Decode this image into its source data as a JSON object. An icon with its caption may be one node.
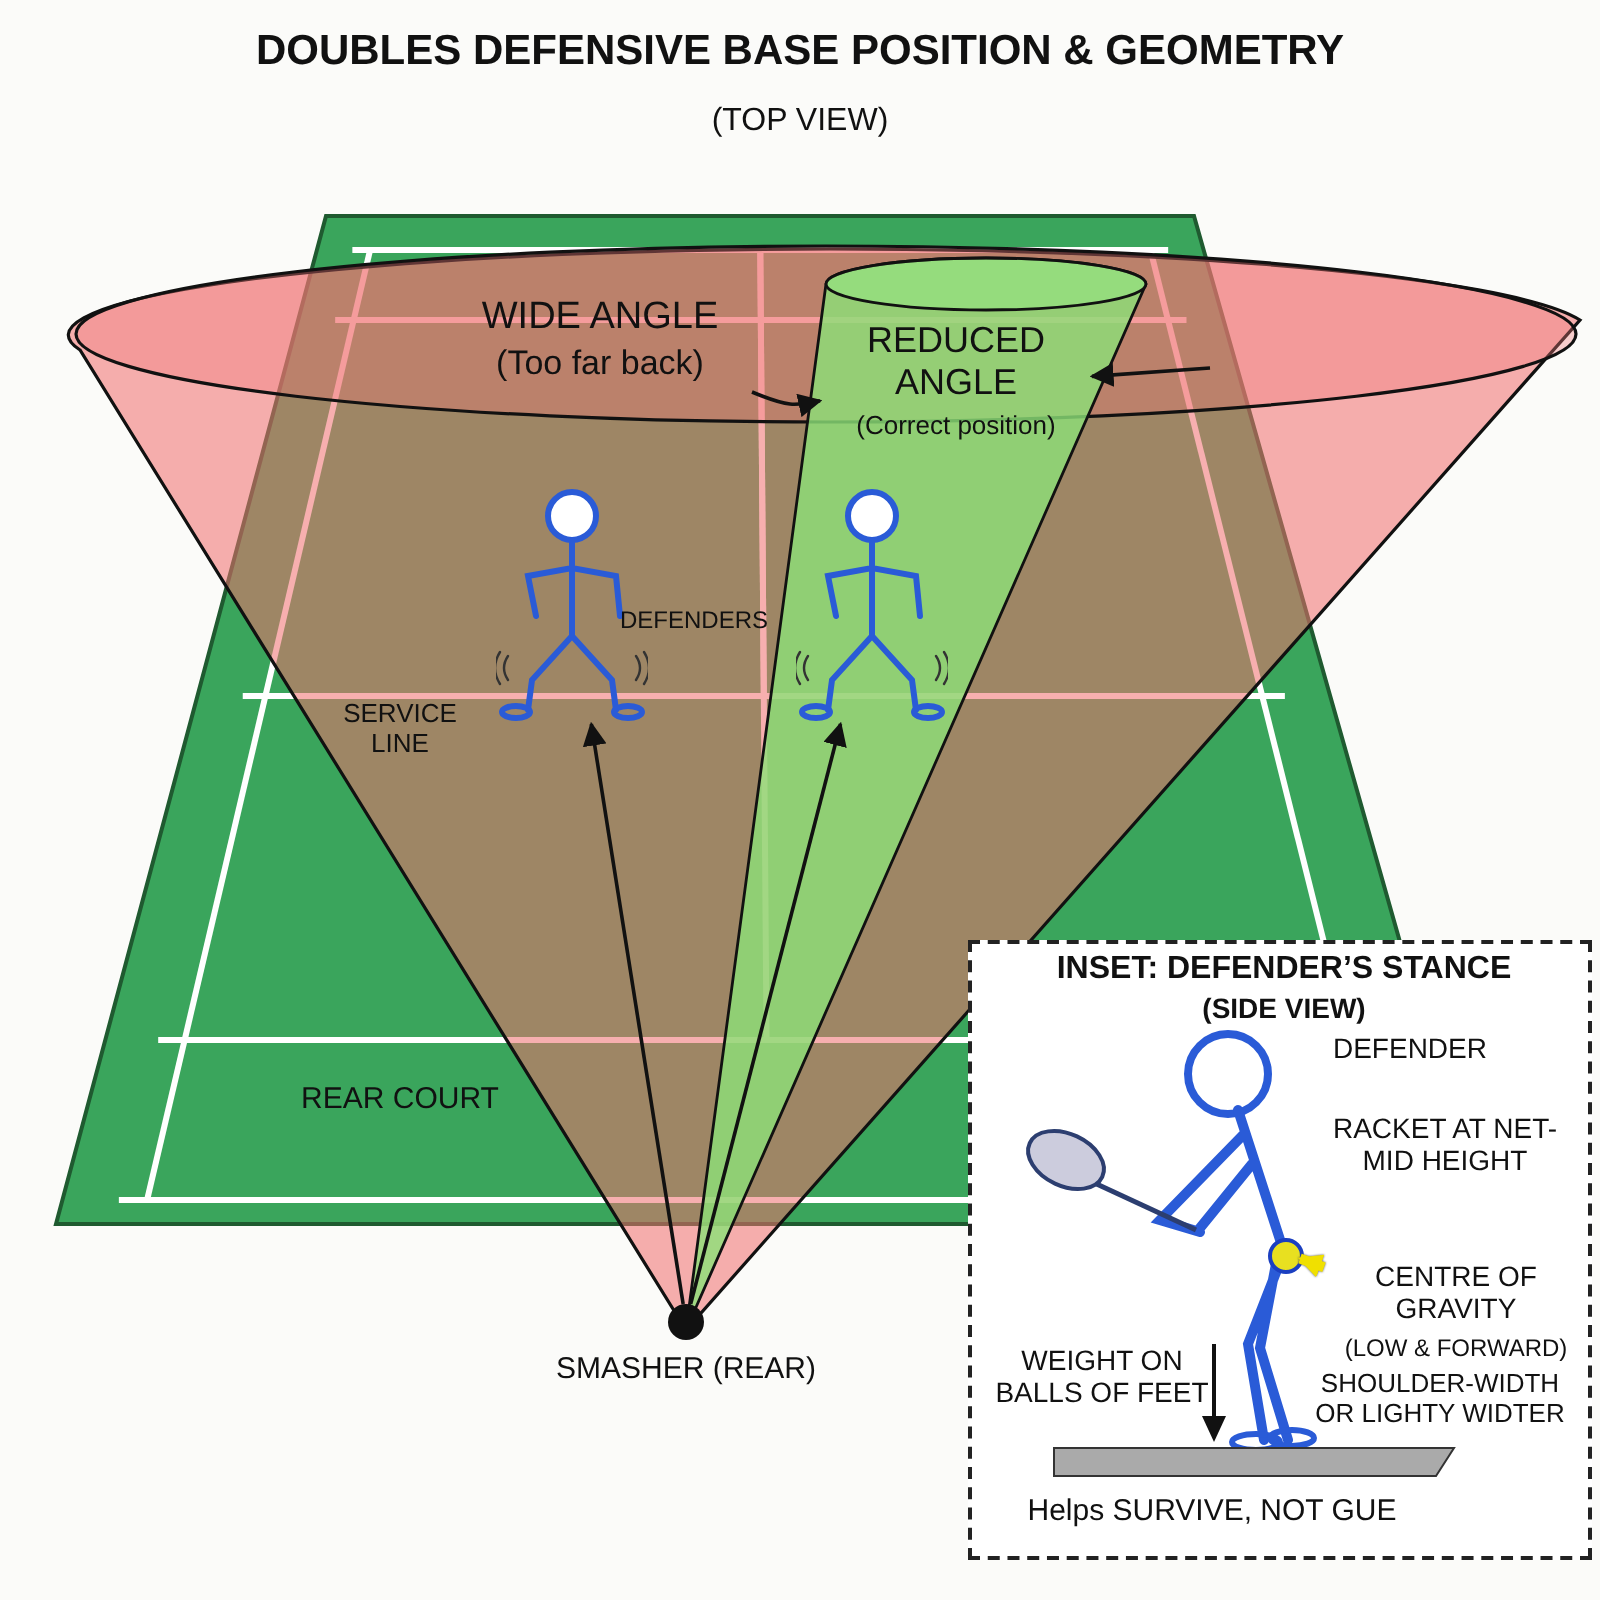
{
  "diagram": {
    "title": "DOUBLES DEFENSIVE BASE POSITION & GEOMETRY",
    "nodes": [
      {
        "text": [],
        "shape": "circle",
        "beside": [
          "SMASHER (REAR)"
        ]
      },
      {
        "text": [],
        "shape": "person"
      },
      {
        "text": [],
        "shape": "person"
      },
      {
        "text": [
          "WIDE ANGLE",
          "(Too far back)"
        ]
      },
      {
        "text": [
          "REDUCED ANGLE",
          "(Correct position)"
        ]
      },
      {
        "text": [
          "INSET:  DEFENDER’S STANCE",
          "(SIDE VIEW)",
          "Helps SURVIVE, NOT GUE"
        ]
      },
      {
        "text": [],
        "shape": "circle",
        "in": 5
      },
      {
        "text": [
          "CENTRE OF GRAVITY",
          "(LOW & FORWARD)"
        ],
        "in": 5
      }
    ],
    "edges": [
      {
        "from": 3,
        "to": 4,
        "arrow": "to"
      },
      {
        "from": null,
        "to": 4,
        "arrow": "to"
      },
      {
        "from": 0,
        "to": 1,
        "arrow": "to"
      },
      {
        "from": 0,
        "to": 2,
        "arrow": "to"
      },
      {
        "from": 7,
        "to": 6,
        "arrow": "to",
        "style": "thick",
        "color": "#f0e000"
      }
    ],
    "labels": [
      "(TOP VIEW)",
      "DEFENDERS",
      "SERVICE LINE",
      "REAR COURT",
      "DEFENDER",
      "RACKET AT NET-MID HEIGHT",
      "WEIGHT ON BALLS OF FEET",
      "SHOULDER-WIDTH OR LIGHTY WIDTER"
    ]
  }
}
